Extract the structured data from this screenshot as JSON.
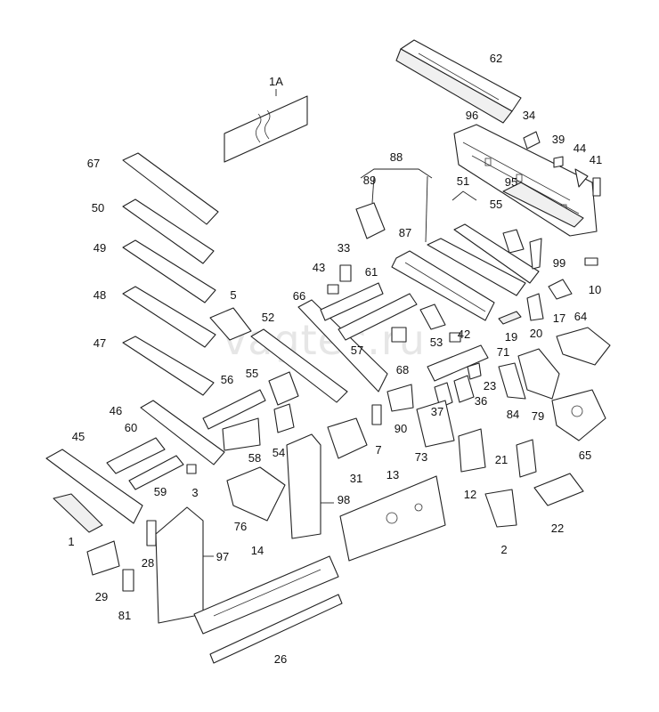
{
  "watermark": "vagtec.ru",
  "callouts": [
    "1A",
    "62",
    "96",
    "34",
    "39",
    "44",
    "41",
    "95",
    "88",
    "89",
    "51",
    "55",
    "99",
    "10",
    "67",
    "50",
    "49",
    "48",
    "47",
    "46",
    "45",
    "1",
    "29",
    "81",
    "28",
    "97",
    "60",
    "59",
    "3",
    "5",
    "52",
    "66",
    "61",
    "43",
    "33",
    "87",
    "53",
    "42",
    "19",
    "20",
    "17",
    "64",
    "57",
    "56",
    "55",
    "58",
    "54",
    "76",
    "98",
    "31",
    "7",
    "90",
    "73",
    "37",
    "36",
    "23",
    "71",
    "68",
    "84",
    "79",
    "65",
    "12",
    "21",
    "22",
    "2",
    "13",
    "14",
    "26"
  ]
}
